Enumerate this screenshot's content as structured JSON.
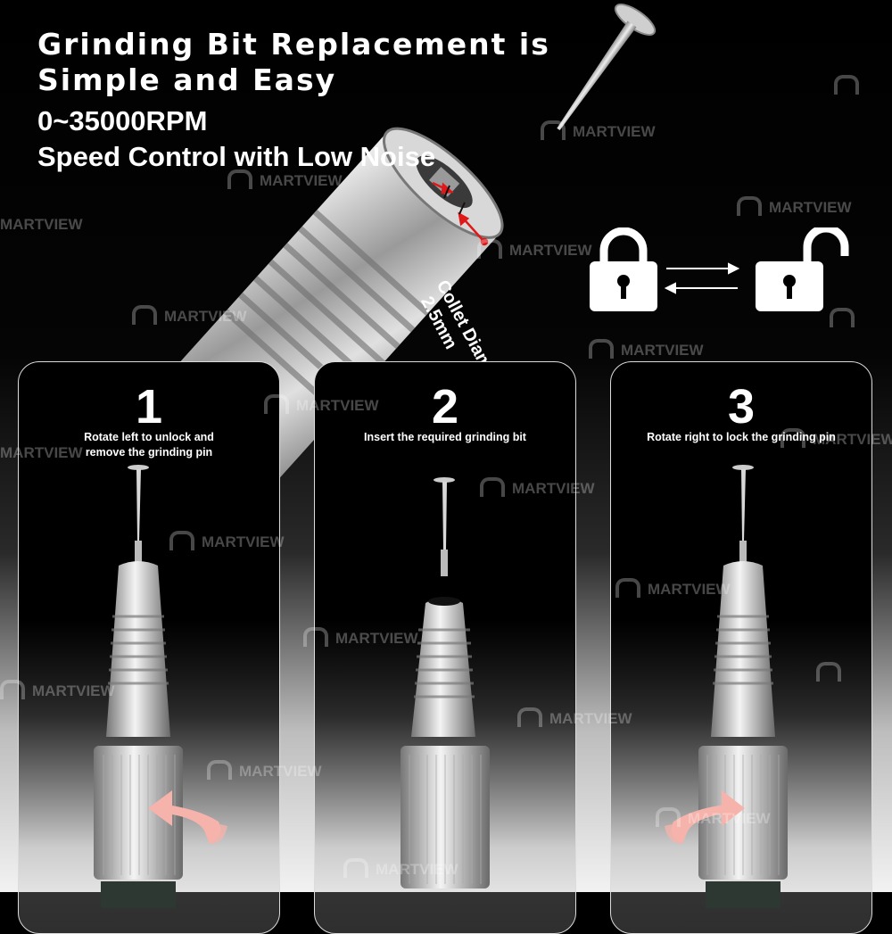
{
  "headline": {
    "line1": "Grinding Bit Replacement is",
    "line2": "Simple and Easy"
  },
  "spec": {
    "line1": "0~35000RPM",
    "line2": "Speed Control with Low Noise"
  },
  "collet": {
    "line1": "Collet Diameter:",
    "line2": "2.5mm"
  },
  "watermark": "MARTVIEW",
  "icons": {
    "locked": "padlock-closed-icon",
    "unlocked": "padlock-open-icon",
    "swap": "double-arrow-icon",
    "rotate_left": "rotate-left-arrow-icon",
    "rotate_right": "rotate-right-arrow-icon"
  },
  "steps": [
    {
      "number": "1",
      "line1": "Rotate left to unlock and",
      "line2": "remove the grinding pin"
    },
    {
      "number": "2",
      "line1": "Insert the required grinding bit",
      "line2": ""
    },
    {
      "number": "3",
      "line1": "Rotate right to lock the grinding pin",
      "line2": ""
    }
  ],
  "colors": {
    "text": "#ffffff",
    "arrow": "#f6b3ab",
    "measure_red": "#e01818"
  }
}
